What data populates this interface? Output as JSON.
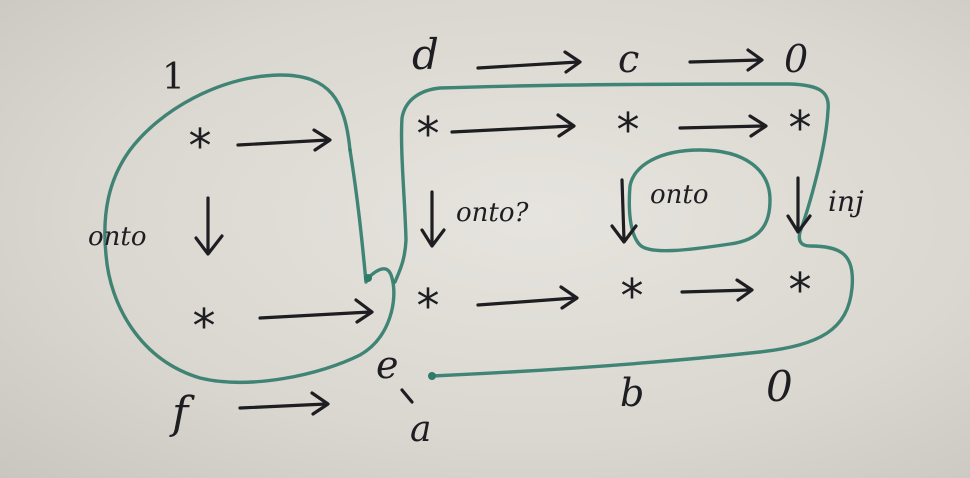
{
  "labels": {
    "one": "1",
    "d": "d",
    "c": "c",
    "zero_top": "0",
    "f": "f",
    "e": "e",
    "a": "a",
    "b": "b",
    "zero_bottom": "0"
  },
  "annotations": {
    "onto_left": "onto",
    "onto_question": "onto?",
    "onto_mid": "onto",
    "inj": "inj"
  },
  "node_symbol": "*",
  "colors": {
    "ink": "#1d1d22",
    "loop": "#2f7a6a",
    "board": "#dcd9d2"
  }
}
